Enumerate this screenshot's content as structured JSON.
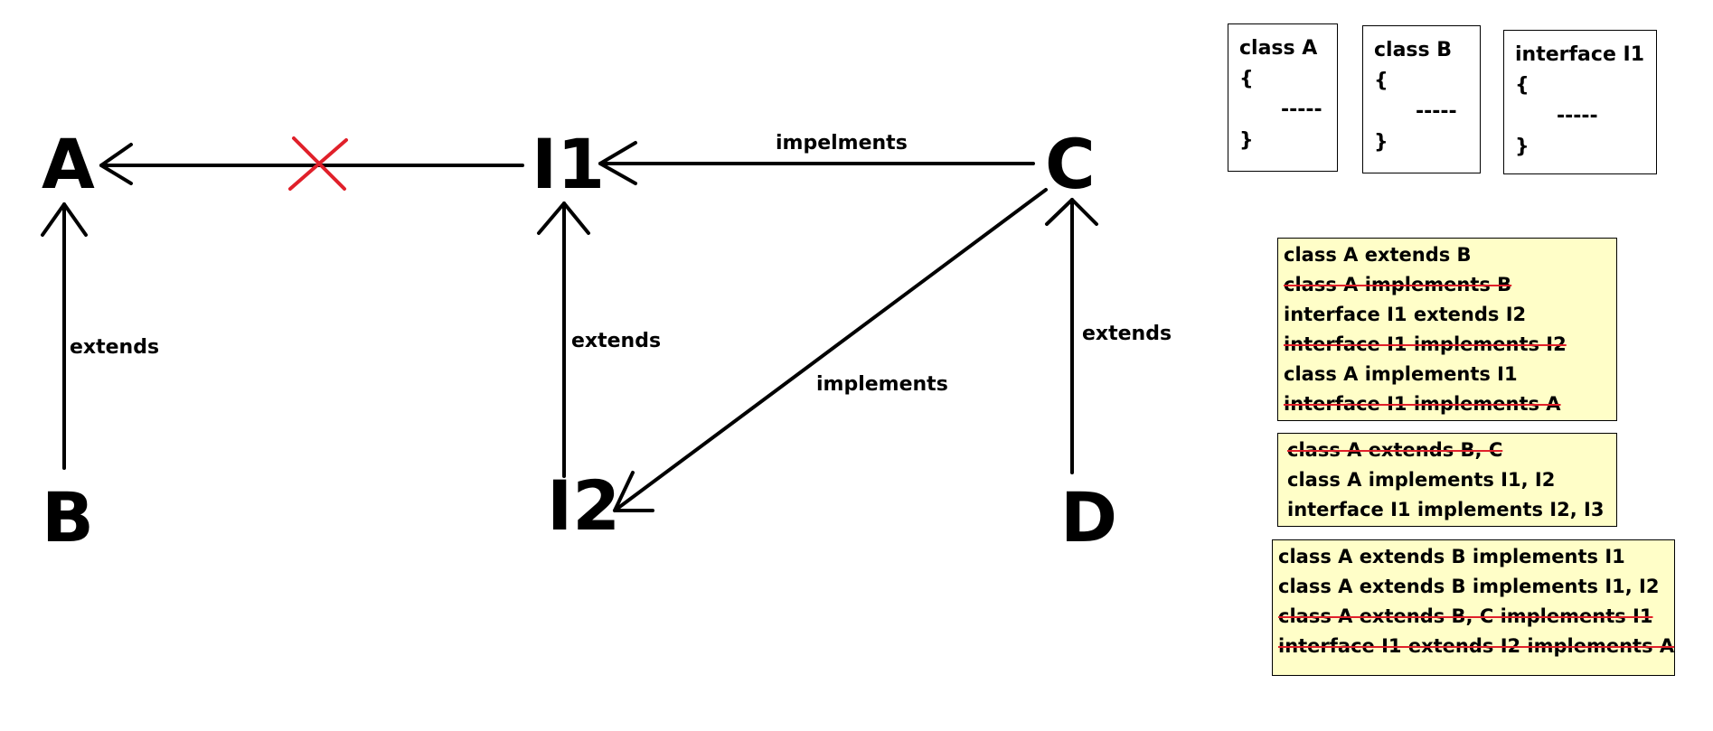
{
  "nodes": {
    "A": "A",
    "I1": "I1",
    "C": "C",
    "B": "B",
    "I2": "I2",
    "D": "D"
  },
  "edges": {
    "b_a": "extends",
    "c_i1": "impelments",
    "i2_i1": "extends",
    "c_i2": "implements",
    "d_c": "extends"
  },
  "invalid_edge": {
    "from": "I1",
    "to": "A",
    "marker": "red-x-icon",
    "marker_color": "#e0202a"
  },
  "definitions": [
    {
      "header": "class A",
      "open": "{",
      "body": "-----",
      "close": "}"
    },
    {
      "header": "class B",
      "open": "{",
      "body": "-----",
      "close": "}"
    },
    {
      "header": "interface I1",
      "open": "{",
      "body": "-----",
      "close": "}"
    }
  ],
  "rule_groups": [
    [
      {
        "text": "class A extends B",
        "valid": true
      },
      {
        "text": "class A implements B",
        "valid": false
      },
      {
        "text": "interface I1 extends I2",
        "valid": true
      },
      {
        "text": "interface I1 implements I2",
        "valid": false
      },
      {
        "text": "class A implements I1",
        "valid": true
      },
      {
        "text": "interface I1 implements A",
        "valid": false
      }
    ],
    [
      {
        "text": "class A extends B, C",
        "valid": false
      },
      {
        "text": "class A implements I1, I2",
        "valid": true
      },
      {
        "text": "interface I1 implements I2, I3",
        "valid": true
      }
    ],
    [
      {
        "text": "class A extends B implements I1",
        "valid": true
      },
      {
        "text": "class A extends B implements I1, I2",
        "valid": true
      },
      {
        "text": "class A extends B, C implements I1",
        "valid": false
      },
      {
        "text": "interface I1 extends I2 implements A",
        "valid": false
      }
    ]
  ],
  "colors": {
    "rule_background": "#fffec8",
    "strike": "#e0202a",
    "line": "#000000"
  }
}
